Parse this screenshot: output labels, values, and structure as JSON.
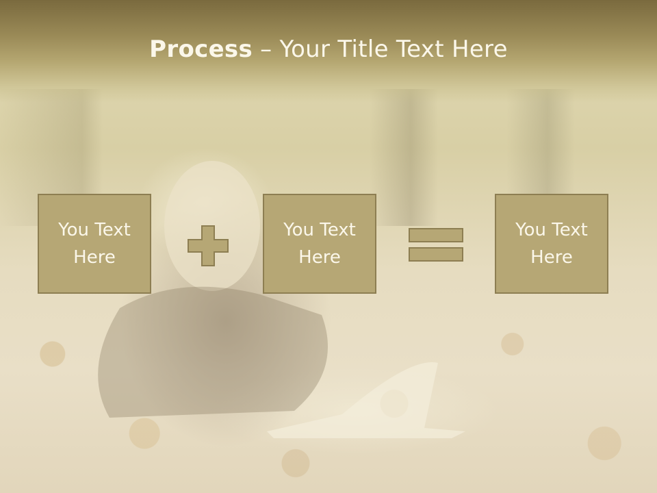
{
  "title": {
    "bold": "Process",
    "rest": " – Your Title Text Here"
  },
  "boxes": [
    {
      "text": "You Text\nHere"
    },
    {
      "text": "You Text\nHere"
    },
    {
      "text": "You Text\nHere"
    }
  ],
  "colors": {
    "header": "#9a8a57",
    "box_fill": "#b6a775",
    "box_border": "#8d7e52",
    "text": "#fbf7ea"
  }
}
